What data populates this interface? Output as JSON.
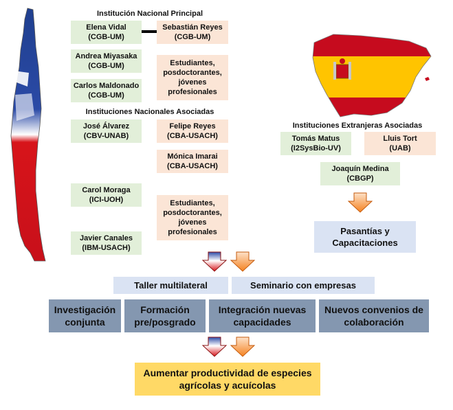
{
  "national_main": {
    "title": "Institución Nacional Principal",
    "elena": {
      "name": "Elena Vidal",
      "inst": "(CGB-UM)"
    },
    "sebastian": {
      "name": "Sebastián Reyes",
      "inst": "(CGB-UM)"
    },
    "andrea": {
      "name": "Andrea Miyasaka",
      "inst": "(CGB-UM)"
    },
    "carlos": {
      "name": "Carlos Maldonado",
      "inst": "(CGB-UM)"
    },
    "students": [
      "Estudiantes,",
      "posdoctorantes,",
      "jóvenes",
      "profesionales"
    ]
  },
  "national_assoc": {
    "title": "Instituciones Nacionales Asociadas",
    "jose": {
      "name": "José Álvarez",
      "inst": "(CBV-UNAB)"
    },
    "felipe": {
      "name": "Felipe Reyes",
      "inst": "(CBA-USACH)"
    },
    "monica": {
      "name": "Mónica Imarai",
      "inst": "(CBA-USACH)"
    },
    "carol": {
      "name": "Carol Moraga",
      "inst": "(ICI-UOH)"
    },
    "javier": {
      "name": "Javier Canales",
      "inst": "(IBM-USACH)"
    },
    "students": [
      "Estudiantes,",
      "posdoctorantes,",
      "jóvenes",
      "profesionales"
    ]
  },
  "foreign_assoc": {
    "title": "Instituciones Extranjeras Asociadas",
    "tomas": {
      "name": "Tomás Matus",
      "inst": "(I2SysBio-UV)"
    },
    "lluis": {
      "name": "Lluis Tort",
      "inst": "(UAB)"
    },
    "joaquin": {
      "name": "Joaquín Medina",
      "inst": "(CBGP)"
    }
  },
  "pasantias": [
    "Pasantías y",
    "Capacitaciones"
  ],
  "taller": "Taller multilateral",
  "seminario": "Seminario con empresas",
  "outcomes": {
    "investigacion": [
      "Investigación",
      "conjunta"
    ],
    "formacion": [
      "Formación",
      "pre/posgrado"
    ],
    "integracion": [
      "Integración nuevas",
      "capacidades"
    ],
    "convenios": [
      "Nuevos convenios de",
      "colaboración"
    ]
  },
  "goal": [
    "Aumentar productividad de especies",
    "agrícolas y acuícolas"
  ],
  "colors": {
    "green": "#e2efd9",
    "pink": "#fbe5d6",
    "light_blue": "#dae3f3",
    "slate": "#8497b0",
    "yellow": "#ffd966",
    "orange_arrow": "#f58220",
    "chile_red": "#d7141a",
    "chile_blue": "#1f3f8f",
    "spain_red": "#c60b1e",
    "spain_yellow": "#ffc400"
  }
}
